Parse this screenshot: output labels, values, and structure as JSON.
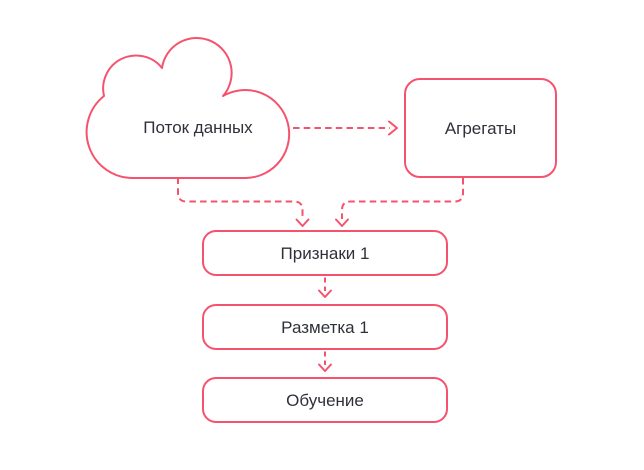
{
  "colors": {
    "accent": "#f5536d",
    "text": "#2f3138",
    "background": "#ffffff"
  },
  "diagram": {
    "nodes": [
      {
        "id": "data-stream",
        "shape": "cloud",
        "label": "Поток данных"
      },
      {
        "id": "aggregates",
        "shape": "rounded-rect",
        "label": "Агрегаты"
      },
      {
        "id": "features",
        "shape": "rounded-rect",
        "label": "Признаки 1"
      },
      {
        "id": "markup",
        "shape": "rounded-rect",
        "label": "Разметка 1"
      },
      {
        "id": "training",
        "shape": "rounded-rect",
        "label": "Обучение"
      }
    ],
    "edges": [
      {
        "from": "data-stream",
        "to": "aggregates",
        "style": "dashed-arrow"
      },
      {
        "from": "data-stream",
        "to": "features",
        "style": "dashed-arrow"
      },
      {
        "from": "aggregates",
        "to": "features",
        "style": "dashed-arrow"
      },
      {
        "from": "features",
        "to": "markup",
        "style": "dashed-arrow"
      },
      {
        "from": "markup",
        "to": "training",
        "style": "dashed-arrow"
      }
    ]
  }
}
